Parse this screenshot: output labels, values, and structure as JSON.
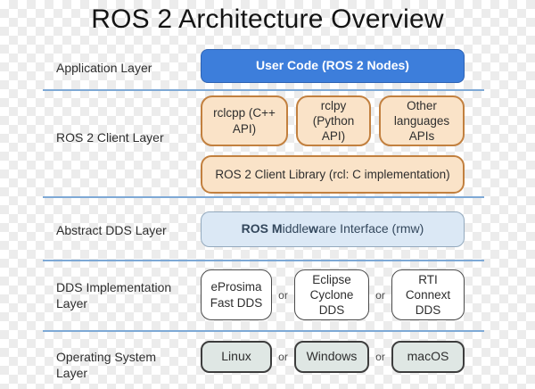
{
  "title": "ROS 2 Architecture Overview",
  "layers": {
    "application": {
      "label": "Application Layer",
      "box": "User Code (ROS 2 Nodes)"
    },
    "client": {
      "label": "ROS 2 Client Layer",
      "boxes": [
        "rclcpp (C++ API)",
        "rclpy (Python API)",
        "Other languages APIs"
      ],
      "library": "ROS 2 Client Library (rcl: C implementation)"
    },
    "abstract_dds": {
      "label": "Abstract DDS Layer",
      "rmw": {
        "bold1": "ROS ",
        "bold2": "M",
        "reg1": "iddle",
        "bold3": "w",
        "reg2": "are Interface (rmw)"
      }
    },
    "dds_impl": {
      "label": "DDS Implementation Layer",
      "boxes": [
        "eProsima Fast DDS",
        "Eclipse Cyclone DDS",
        "RTI Connext DDS"
      ],
      "or": "or"
    },
    "os": {
      "label": "Operating System Layer",
      "boxes": [
        "Linux",
        "Windows",
        "macOS"
      ],
      "or": "or"
    }
  },
  "colors": {
    "title-text": "#141414",
    "label-text": "#2e2e2e",
    "box-text": "#2e2e2e",
    "or-text": "#4a4a4a",
    "app-box-fill": "#3d7edb",
    "app-box-border": "#2d62b3",
    "app-box-text": "#ffffff",
    "client-box-fill": "#fae3c8",
    "client-box-border": "#c2803f",
    "rmw-box-fill": "#dbe8f5",
    "rmw-box-border": "#93a9bd",
    "rmw-text": "#33475c",
    "dds-box-fill": "#ffffff",
    "dds-box-border": "#4a4a4a",
    "os-box-fill": "#dfe7e4",
    "os-box-border": "#3d3d3d",
    "divider": "#7ea9d6",
    "checker": "#ececec"
  }
}
